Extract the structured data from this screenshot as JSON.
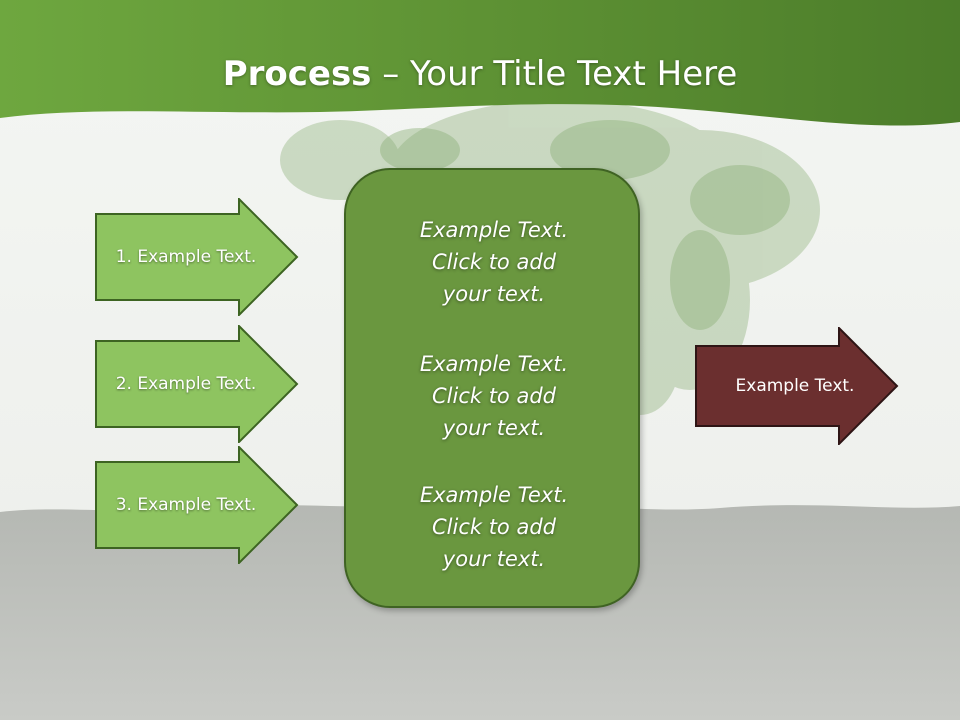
{
  "slide": {
    "title_bold": "Process",
    "title_rest": " – Your Title Text Here"
  },
  "steps": [
    {
      "label": "1. Example Text."
    },
    {
      "label": "2. Example Text."
    },
    {
      "label": "3. Example Text."
    }
  ],
  "center_box": {
    "blocks": [
      {
        "lines": [
          "Example Text.",
          "Click  to add",
          "your text."
        ]
      },
      {
        "lines": [
          "Example Text.",
          "Click  to add",
          "your text."
        ]
      },
      {
        "lines": [
          "Example Text.",
          "Click  to add",
          "your text."
        ]
      }
    ]
  },
  "output": {
    "label": "Example Text."
  },
  "colors": {
    "banner": "#5e9336",
    "step_fill": "#8ec460",
    "step_border": "#3d6422",
    "box_fill": "#6a973f",
    "output_fill": "#6b2f2f"
  }
}
